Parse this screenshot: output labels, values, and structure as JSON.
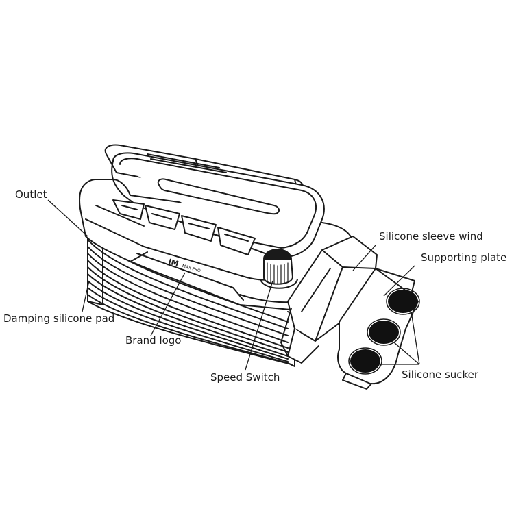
{
  "callouts": {
    "outlet": "Outlet",
    "damping_pad": "Damping silicone pad",
    "brand_logo": "Brand logo",
    "speed_switch": "Speed Switch",
    "sleeve_wind": "Silicone sleeve wind",
    "supporting_plate": "Supporting plate",
    "silicone_sucker": "Silicone sucker"
  },
  "device_logo": {
    "mark": "JM",
    "model": "MAX PRO"
  },
  "colors": {
    "line": "#1a1a1a",
    "fill": "#ffffff",
    "sucker": "#111111"
  }
}
